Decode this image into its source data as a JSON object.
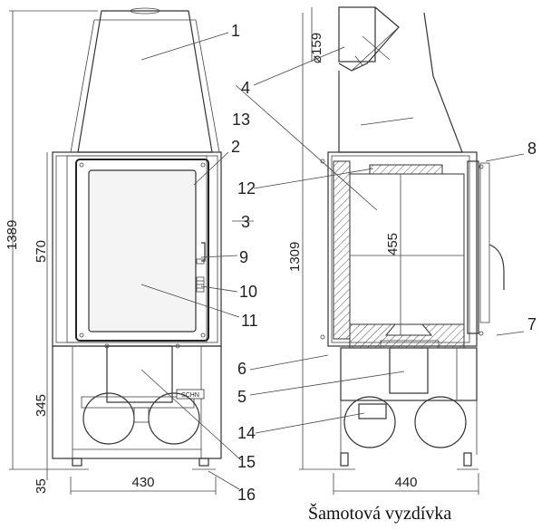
{
  "caption": "Šamotová vyzdívka",
  "callouts": [
    "1",
    "2",
    "3",
    "4",
    "5",
    "6",
    "7",
    "8",
    "9",
    "10",
    "11",
    "12",
    "13",
    "14",
    "15",
    "16"
  ],
  "dimensions": {
    "overall_height": "1389",
    "door_height": "570",
    "base_height": "345",
    "foot_height": "35",
    "front_width": "430",
    "side_height": "1309",
    "inner_height": "455",
    "side_width": "440",
    "flue_diameter": "⌀159"
  },
  "brand_plate": "SCHN"
}
